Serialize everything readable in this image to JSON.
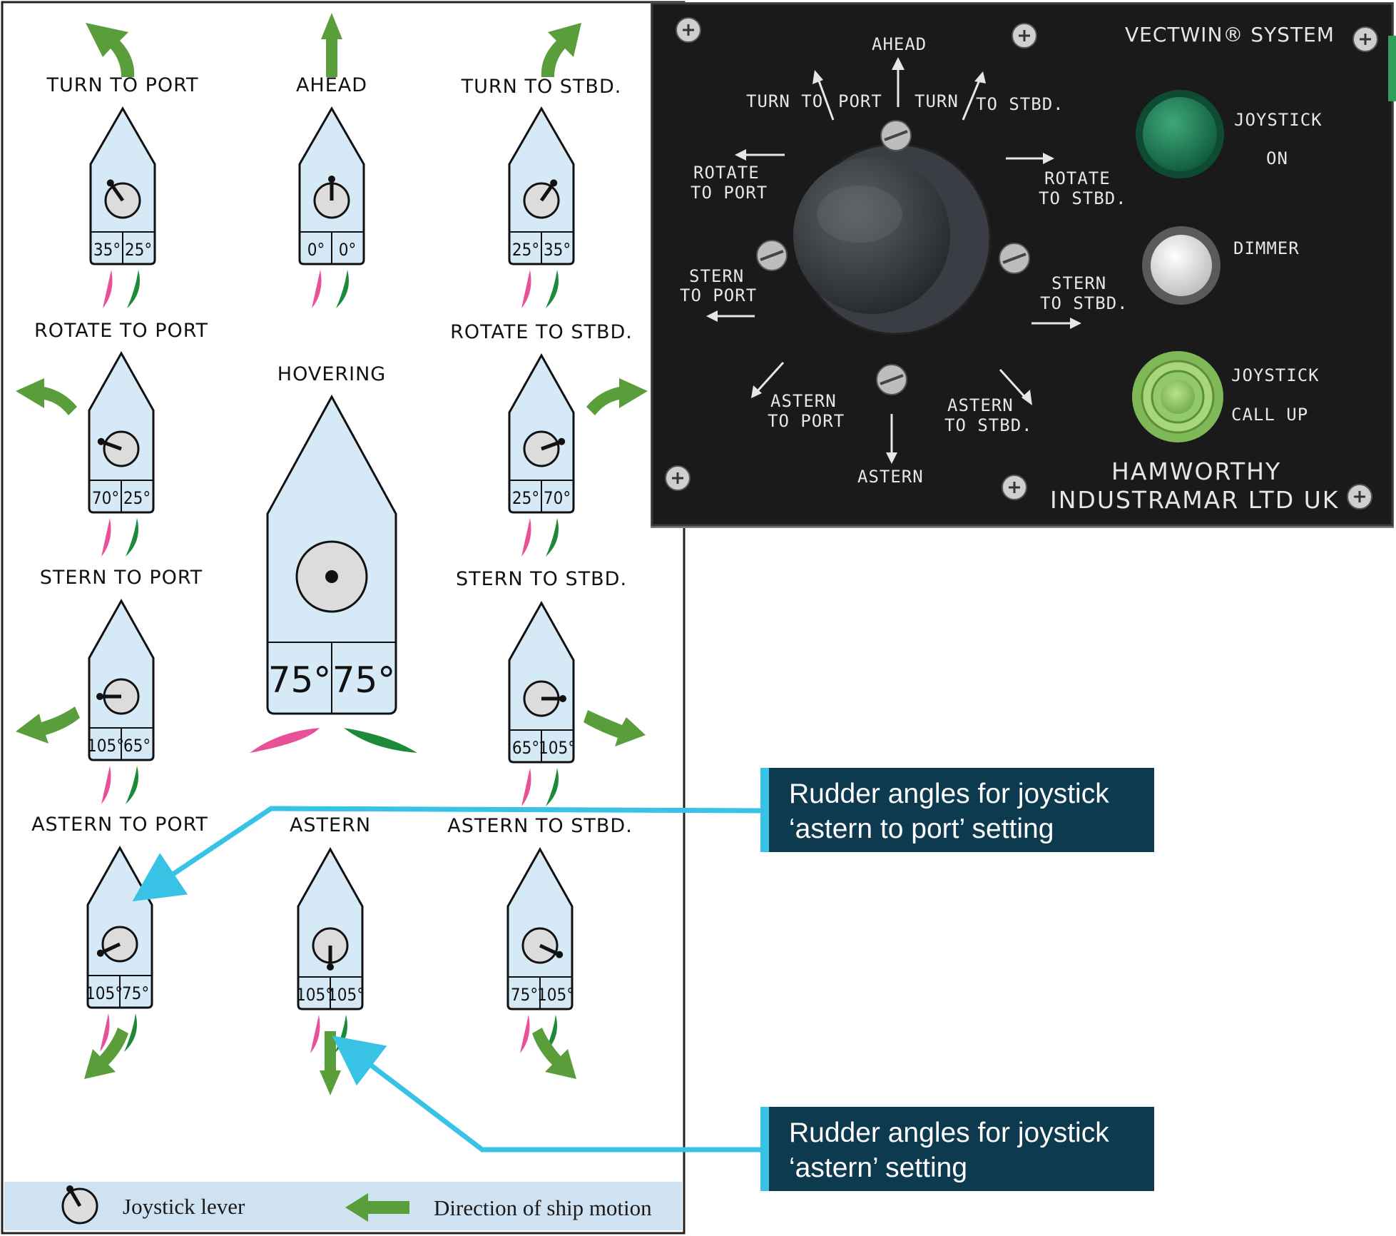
{
  "figure": {
    "left_diagram": {
      "ships": [
        {
          "label": "TURN TO PORT",
          "angles": [
            "35°",
            "25°"
          ]
        },
        {
          "label": "AHEAD",
          "angles": [
            "0°",
            "0°"
          ]
        },
        {
          "label": "TURN TO STBD.",
          "angles": [
            "25°",
            "35°"
          ]
        },
        {
          "label": "ROTATE TO PORT",
          "angles": [
            "70°",
            "25°"
          ]
        },
        {
          "label": "HOVERING",
          "angles": [
            "75°",
            "75°"
          ]
        },
        {
          "label": "ROTATE TO STBD.",
          "angles": [
            "25°",
            "70°"
          ]
        },
        {
          "label": "STERN TO PORT",
          "angles": [
            "105°",
            "65°"
          ]
        },
        {
          "label": "STERN TO STBD.",
          "angles": [
            "65°",
            "105°"
          ]
        },
        {
          "label": "ASTERN TO PORT",
          "angles": [
            "105°",
            "75°"
          ]
        },
        {
          "label": "ASTERN",
          "angles": [
            "105°",
            "105°"
          ]
        },
        {
          "label": "ASTERN TO STBD.",
          "angles": [
            "75°",
            "105°"
          ]
        }
      ],
      "legend": {
        "joystick": "Joystick lever",
        "direction": "Direction of ship motion"
      }
    },
    "panel": {
      "title": "VECTWIN® SYSTEM",
      "directions": {
        "ahead": "AHEAD",
        "turn_to_port_1": "TURN TO",
        "turn_to_port_2": "PORT",
        "turn_to_stbd_1": "TURN",
        "turn_to_stbd_2": "TO STBD.",
        "rotate_port_1": "ROTATE",
        "rotate_port_2": "TO PORT",
        "rotate_stbd_1": "ROTATE",
        "rotate_stbd_2": "TO STBD.",
        "stern_port_1": "STERN",
        "stern_port_2": "TO PORT",
        "stern_stbd_1": "STERN",
        "stern_stbd_2": "TO STBD.",
        "astern_port_1": "ASTERN",
        "astern_port_2": "TO PORT",
        "astern_stbd_1": "ASTERN",
        "astern_stbd_2": "TO STBD.",
        "astern": "ASTERN"
      },
      "buttons": {
        "joystick_on_1": "JOYSTICK",
        "joystick_on_2": "ON",
        "dimmer": "DIMMER",
        "call_up_1": "JOYSTICK",
        "call_up_2": "CALL UP"
      },
      "brand_1": "HAMWORTHY",
      "brand_2": "INDUSTRAMAR LTD UK"
    },
    "callouts": {
      "astern_to_port": "Rudder angles for joystick ‘astern to port’ setting",
      "astern": "Rudder angles for joystick ‘astern’ setting"
    },
    "colors": {
      "hull": "#d6e9f6",
      "motion_arrow": "#5a9e3c",
      "port_rudder": "#e8509a",
      "stbd_rudder": "#1d8a3a",
      "callout_bg": "#0d3a4f",
      "callout_line": "#38c3e6",
      "panel_bg": "#1a1a1a"
    }
  }
}
